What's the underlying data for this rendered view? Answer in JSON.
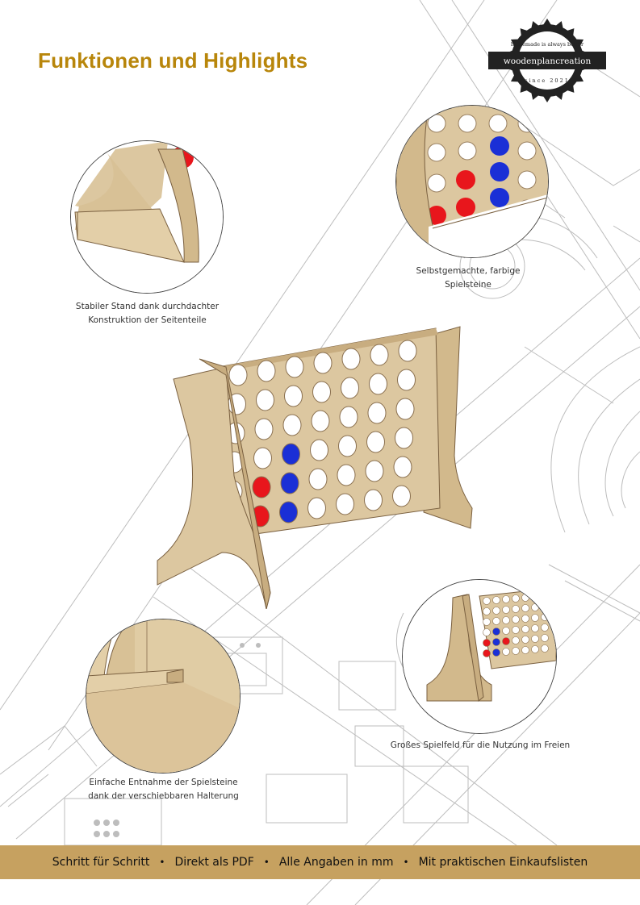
{
  "page": {
    "title": "Funktionen und Highlights"
  },
  "logo": {
    "top_text": "homemade is always better",
    "brand": "woodenplancreation",
    "bottom_text": "since 2021",
    "icon": "saw-blade-icon"
  },
  "features": [
    {
      "caption_line1": "Stabiler Stand dank durchdachter",
      "caption_line2": "Konstruktion der Seitenteile"
    },
    {
      "caption_line1": "Selbstgemachte, farbige",
      "caption_line2": "Spielsteine"
    },
    {
      "caption_line1": "Einfache Entnahme der Spielsteine",
      "caption_line2": "dank der verschiebbaren Halterung"
    },
    {
      "caption_line1": "Großes Spielfeld für die Nutzung im Freien",
      "caption_line2": ""
    }
  ],
  "footer": {
    "items": [
      "Schritt für Schritt",
      "Direkt als PDF",
      "Alle Angaben in mm",
      "Mit praktischen Einkaufslisten"
    ],
    "separator": "•"
  },
  "colors": {
    "title": "#b8860b",
    "footer_band": "#c6a160",
    "wood": "#dcc7a0",
    "wood_dark": "#c8ad80",
    "token_red": "#e8161c",
    "token_blue": "#1a2fd6"
  }
}
